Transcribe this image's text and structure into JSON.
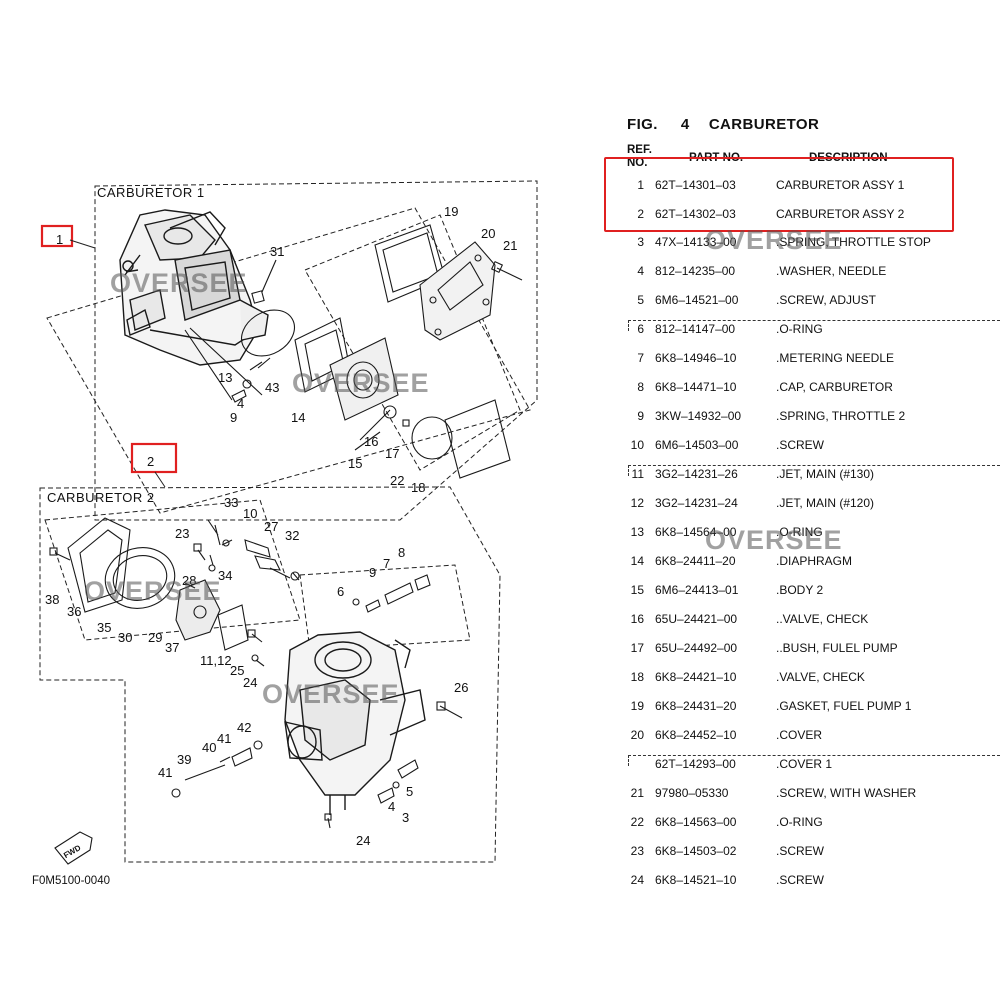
{
  "figure": {
    "label": "FIG.",
    "number": "4",
    "name": "CARBURETOR"
  },
  "columns": {
    "ref": "REF.\nNO.",
    "part_no": "PART NO.",
    "description": "DESCRIPTION"
  },
  "watermark": "OVERSEE",
  "diagram": {
    "carb1_title": "CARBURETOR 1",
    "carb2_title": "CARBURETOR 2",
    "box1_label": "1",
    "box2_label": "2",
    "figure_code": "F0M5100-0040",
    "fwd": "FWD",
    "callouts": [
      "19",
      "20",
      "21",
      "31",
      "13",
      "43",
      "4",
      "9",
      "14",
      "16",
      "17",
      "15",
      "22",
      "18",
      "33",
      "10",
      "23",
      "27",
      "32",
      "34",
      "28",
      "38",
      "36",
      "35",
      "30",
      "29",
      "37",
      "11,12",
      "6",
      "9",
      "7",
      "8",
      "25",
      "24",
      "26",
      "42",
      "41",
      "40",
      "39",
      "41",
      "5",
      "4",
      "3",
      "24"
    ]
  },
  "parts": [
    {
      "ref": "1",
      "part_no": "62T–14301–03",
      "desc": "CARBURETOR ASSY 1"
    },
    {
      "ref": "2",
      "part_no": "62T–14302–03",
      "desc": "CARBURETOR ASSY 2"
    },
    {
      "ref": "3",
      "part_no": "47X–14133–00",
      "desc": ".SPRING, THROTTLE STOP"
    },
    {
      "ref": "4",
      "part_no": "812–14235–00",
      "desc": ".WASHER, NEEDLE"
    },
    {
      "ref": "5",
      "part_no": "6M6–14521–00",
      "desc": ".SCREW, ADJUST"
    },
    {
      "ref": "6",
      "part_no": "812–14147–00",
      "desc": ".O-RING"
    },
    {
      "ref": "7",
      "part_no": "6K8–14946–10",
      "desc": ".METERING NEEDLE"
    },
    {
      "ref": "8",
      "part_no": "6K8–14471–10",
      "desc": ".CAP, CARBURETOR"
    },
    {
      "ref": "9",
      "part_no": "3KW–14932–00",
      "desc": ".SPRING, THROTTLE 2"
    },
    {
      "ref": "10",
      "part_no": "6M6–14503–00",
      "desc": ".SCREW"
    },
    {
      "ref": "11",
      "part_no": "3G2–14231–26",
      "desc": ".JET, MAIN (#130)"
    },
    {
      "ref": "12",
      "part_no": "3G2–14231–24",
      "desc": ".JET, MAIN (#120)"
    },
    {
      "ref": "13",
      "part_no": "6K8–14564–00",
      "desc": ".O-RING"
    },
    {
      "ref": "14",
      "part_no": "6K8–24411–20",
      "desc": ".DIAPHRAGM"
    },
    {
      "ref": "15",
      "part_no": "6M6–24413–01",
      "desc": ".BODY 2"
    },
    {
      "ref": "16",
      "part_no": "65U–24421–00",
      "desc": "..VALVE, CHECK"
    },
    {
      "ref": "17",
      "part_no": "65U–24492–00",
      "desc": "..BUSH, FULEL PUMP"
    },
    {
      "ref": "18",
      "part_no": "6K8–24421–10",
      "desc": ".VALVE, CHECK"
    },
    {
      "ref": "19",
      "part_no": "6K8–24431–20",
      "desc": ".GASKET, FUEL PUMP 1"
    },
    {
      "ref": "20",
      "part_no": "6K8–24452–10",
      "desc": ".COVER"
    },
    {
      "ref": "",
      "part_no": "62T–14293–00",
      "desc": ".COVER 1"
    },
    {
      "ref": "21",
      "part_no": "97980–05330",
      "desc": ".SCREW, WITH WASHER"
    },
    {
      "ref": "22",
      "part_no": "6K8–14563–00",
      "desc": ".O-RING"
    },
    {
      "ref": "23",
      "part_no": "6K8–14503–02",
      "desc": ".SCREW"
    },
    {
      "ref": "24",
      "part_no": "6K8–14521–10",
      "desc": ".SCREW"
    }
  ],
  "colors": {
    "highlight": "#e02020",
    "ink": "#111111",
    "watermark": "#555555"
  }
}
